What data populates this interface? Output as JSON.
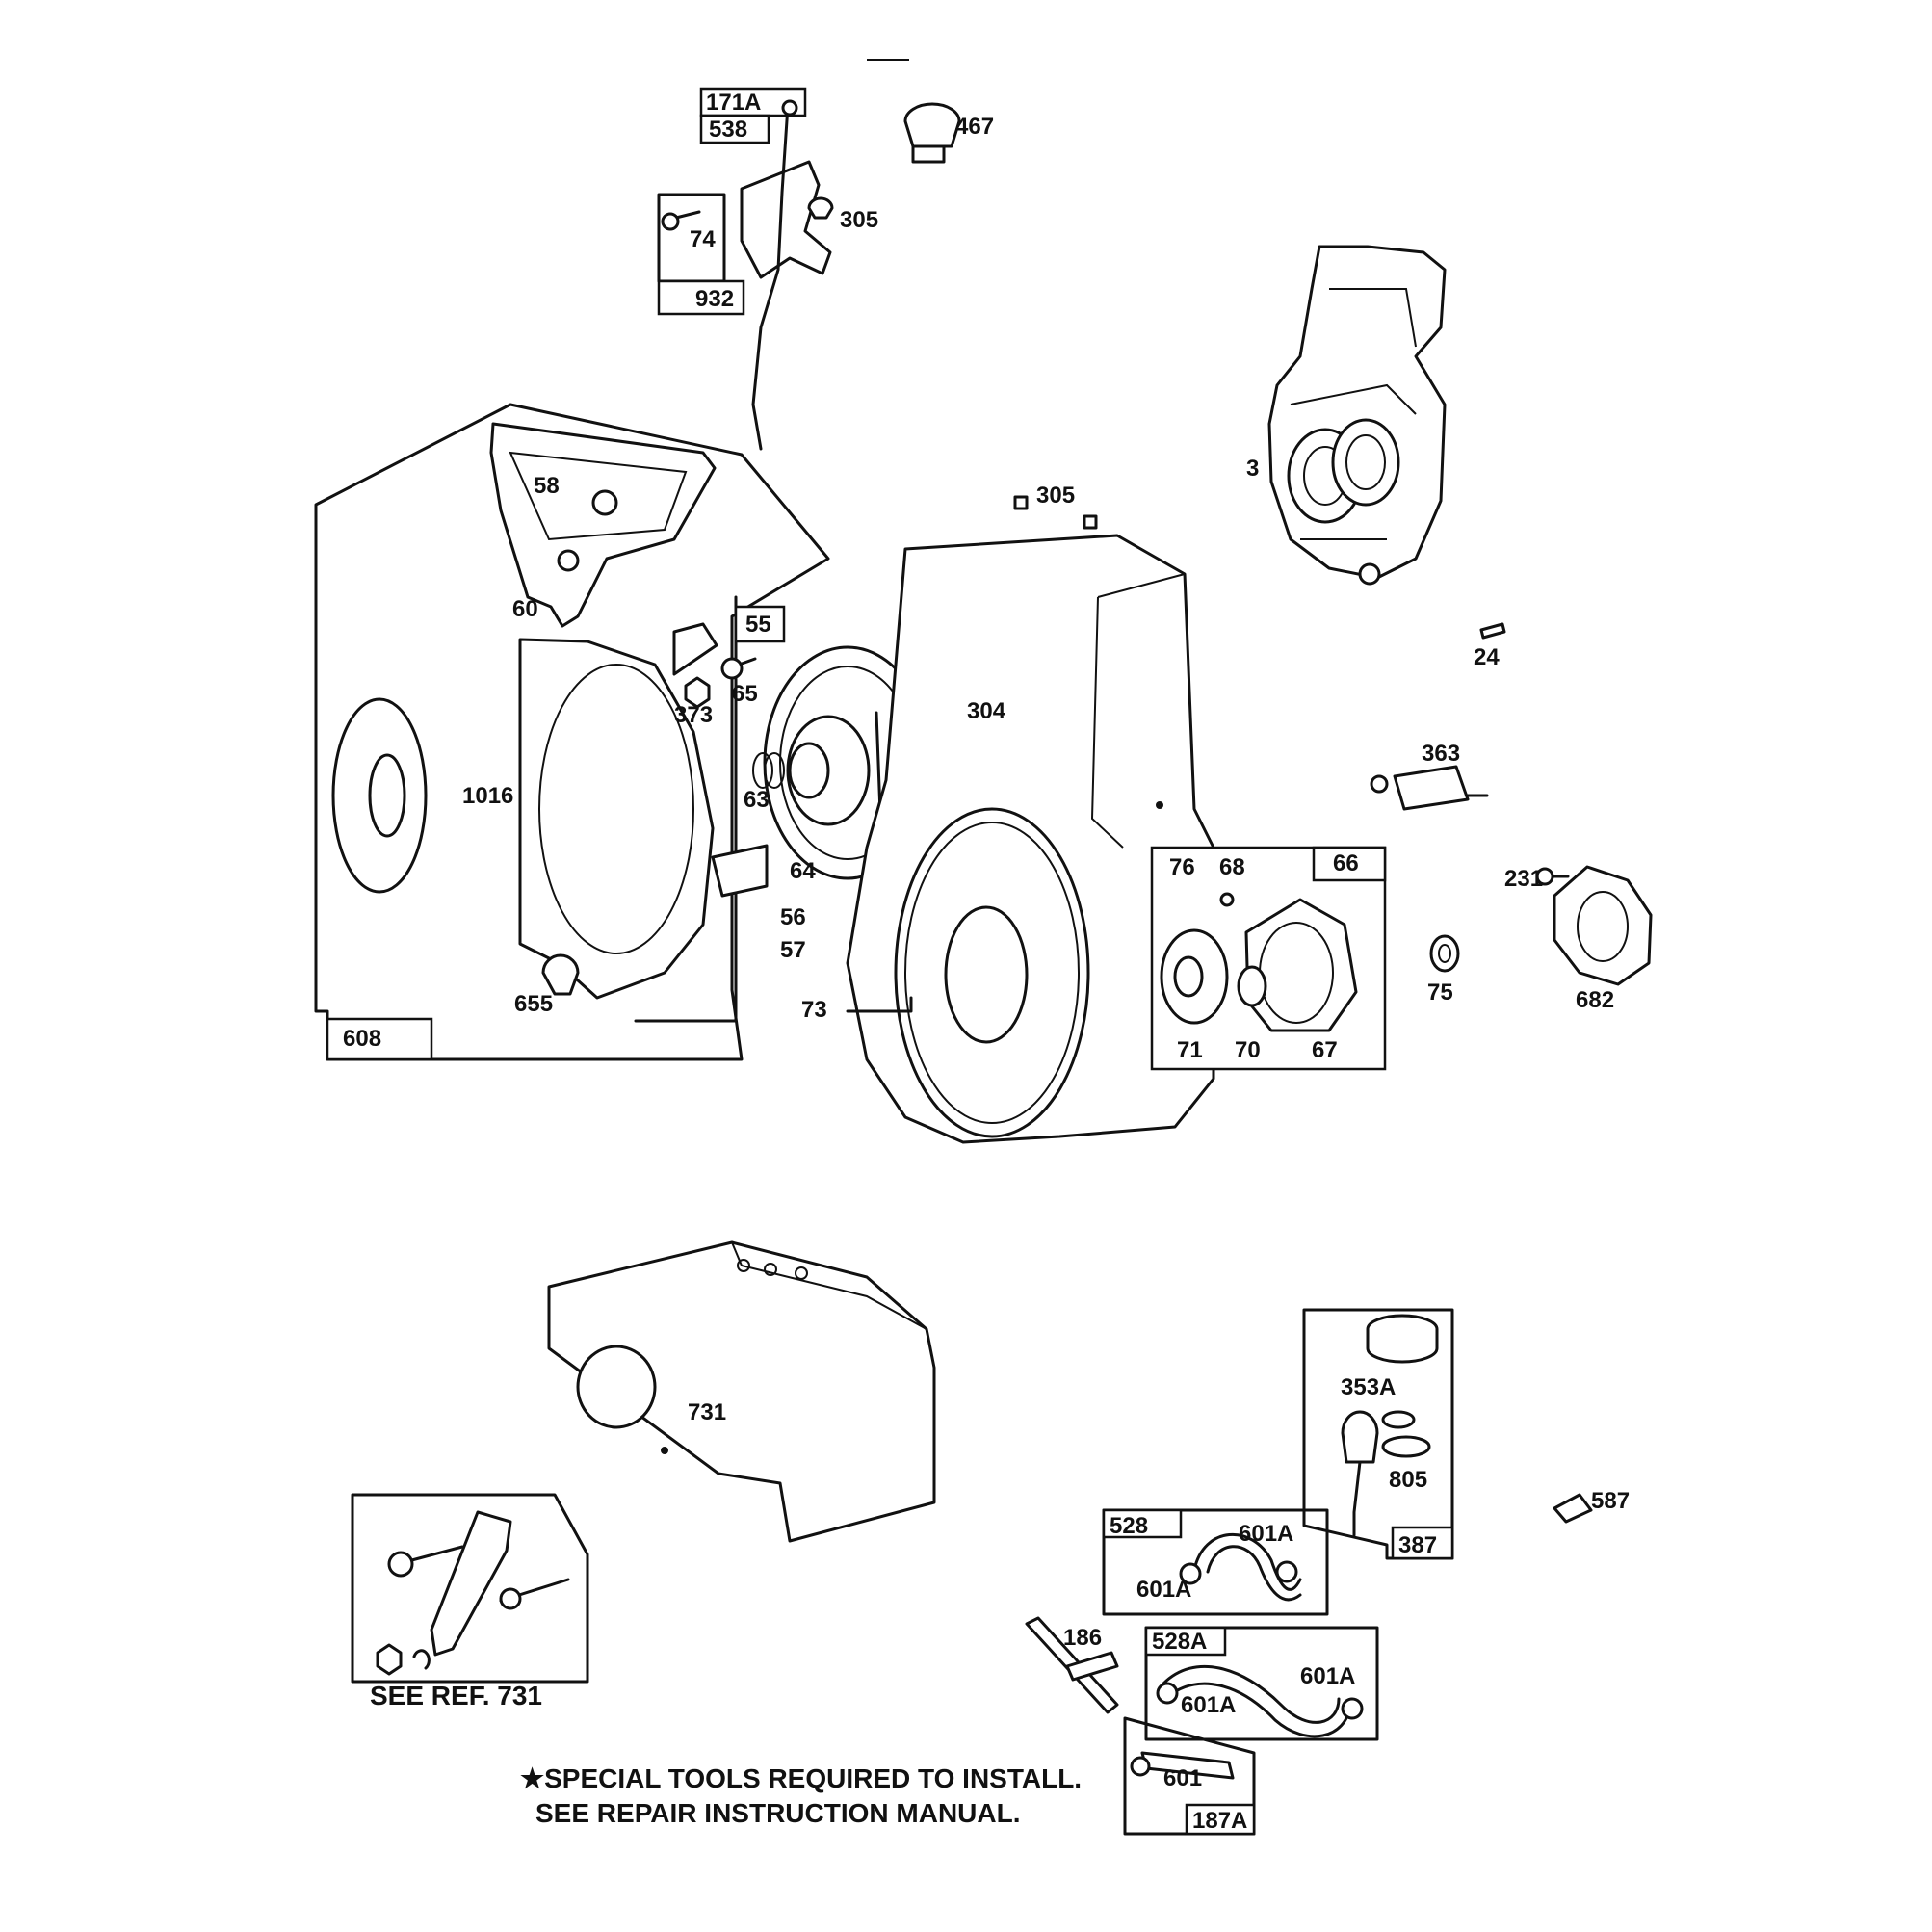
{
  "parts": {
    "p171A": "171A",
    "p538": "538",
    "p467": "467",
    "p305a": "305",
    "p74": "74",
    "p932": "932",
    "p3": "3",
    "p58": "58",
    "p305b": "305",
    "p24": "24",
    "p60": "60",
    "p55": "55",
    "p65": "65",
    "p373": "373",
    "p304": "304",
    "p1016": "1016",
    "p63": "63",
    "p363": "363",
    "p64": "64",
    "p56": "56",
    "p57": "57",
    "p76": "76",
    "p68": "68",
    "p66": "66",
    "p231": "231",
    "p655": "655",
    "p73": "73",
    "p75": "75",
    "p682": "682",
    "p608": "608",
    "p71": "71",
    "p70": "70",
    "p67": "67",
    "p731": "731",
    "p353A": "353A",
    "p805": "805",
    "p387": "387",
    "p587": "587",
    "p528": "528",
    "p601A_a": "601A",
    "p601A_b": "601A",
    "p186": "186",
    "p528A": "528A",
    "p601A_c": "601A",
    "p601A_d": "601A",
    "p601": "601",
    "p187A": "187A"
  },
  "notes": {
    "see_ref": "SEE REF. 731",
    "special_line1": "★SPECIAL TOOLS REQUIRED TO INSTALL.",
    "special_line2": "SEE REPAIR INSTRUCTION MANUAL."
  }
}
